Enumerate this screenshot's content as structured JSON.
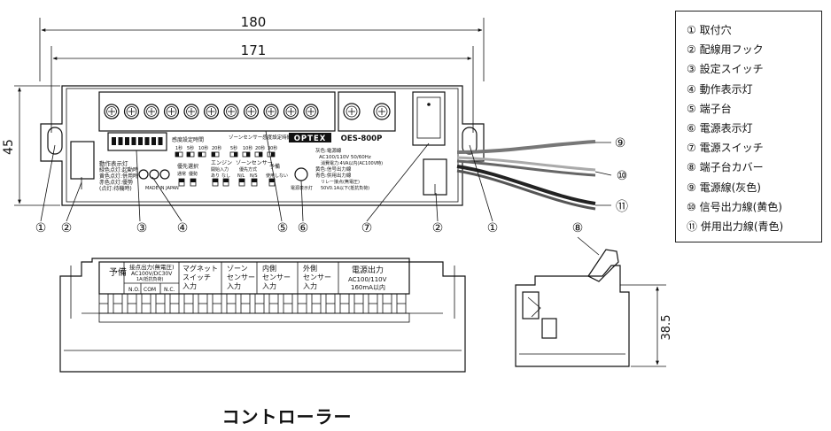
{
  "dimensions": {
    "width_total": "180",
    "width_inner": "171",
    "height_left": "45",
    "height_side": "38.5"
  },
  "callouts": {
    "c1a": "①",
    "c2a": "②",
    "c3": "③",
    "c4": "④",
    "c5": "⑤",
    "c6": "⑥",
    "c7": "⑦",
    "c2b": "②",
    "c1b": "①",
    "c8": "⑧",
    "c9": "⑨",
    "c10": "⑩",
    "c11": "⑪"
  },
  "device": {
    "brand": "OPTEX",
    "model": "OES-800P",
    "left_label": [
      "動作表示灯",
      "緑色点灯:起動時",
      "黄色点灯:併用時",
      "赤色点灯:優勢",
      "(点灯:待機時)"
    ],
    "made_in": "MADE IN JAPAN",
    "timer_title": "感度設定時間",
    "timer_vals": [
      "1秒",
      "5秒",
      "10秒",
      "20秒"
    ],
    "zone_title": "ゾーンセンサー感度設定時間",
    "zone_vals": [
      "5秒",
      "10秒",
      "20秒",
      "30秒"
    ],
    "priority": "優先選択",
    "priority_opts": [
      "通常",
      "優勢"
    ],
    "engine": "エンジン",
    "engine_sub": "開始入力",
    "engine_opts": [
      "あり",
      "なし"
    ],
    "zone_sensor": "ゾーンセンサー",
    "zone_sensor_sub": "優先方式",
    "zone_sensor_opts": [
      "N/L",
      "N/S"
    ],
    "spare": "予備",
    "spare_opt": "使用しない",
    "spec": [
      "灰色:電源線",
      "AC100/110V 50/60Hz",
      "消費電力:4VA以内(AC100V時)",
      "黄色:信号出力線",
      "青色:併用出力線",
      "リレー接点(無電圧)",
      "50V0.1A以下(抵抗負荷)"
    ],
    "power_lamp": "電源表示灯"
  },
  "terminal_labels": {
    "spare": "予備",
    "relay_title": "接点出力(無電圧)",
    "relay_rating": "AC100V/DC30V",
    "relay_current": "1A(抵抗負荷)",
    "relay_no": "N.O.",
    "relay_com": "COM",
    "relay_nc": "N.C.",
    "magnet": [
      "マグネット",
      "スイッチ",
      "入力"
    ],
    "zone": [
      "ゾーン",
      "センサー",
      "入力"
    ],
    "inner": [
      "内側",
      "センサー",
      "入力"
    ],
    "outer": [
      "外側",
      "センサー",
      "入力"
    ],
    "power_title": "電源出力",
    "power_v": "AC100/110V",
    "power_a": "160mA以内"
  },
  "legend": [
    "① 取付穴",
    "② 配線用フック",
    "③ 設定スイッチ",
    "④ 動作表示灯",
    "⑤ 端子台",
    "⑥ 電源表示灯",
    "⑦ 電源スイッチ",
    "⑧ 端子台カバー",
    "⑨ 電源線(灰色)",
    "⑩ 信号出力線(黄色)",
    "⑪ 併用出力線(青色)"
  ],
  "caption": "コントローラー"
}
